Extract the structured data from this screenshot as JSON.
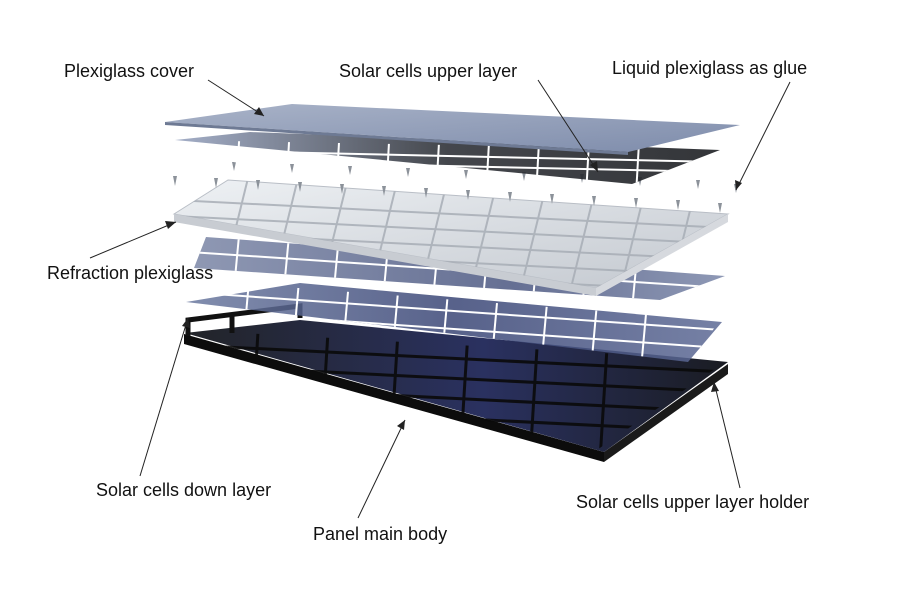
{
  "labels": {
    "plexiglass_cover": "Plexiglass cover",
    "solar_cells_upper_layer": "Solar cells upper layer",
    "liquid_plexiglass_glue": "Liquid plexiglass as glue",
    "refraction_plexiglass": "Refraction plexiglass",
    "solar_cells_down_layer": "Solar cells down layer",
    "panel_main_body": "Panel main body",
    "solar_cells_upper_layer_holder": "Solar cells upper layer holder"
  },
  "colors": {
    "cover": "#8d9bb7",
    "cell_dark": "#2c3037",
    "cell_blue": "#5a6c97",
    "refraction_frame": "#d9dde2",
    "body": "#151515",
    "leader_line": "#222222"
  }
}
